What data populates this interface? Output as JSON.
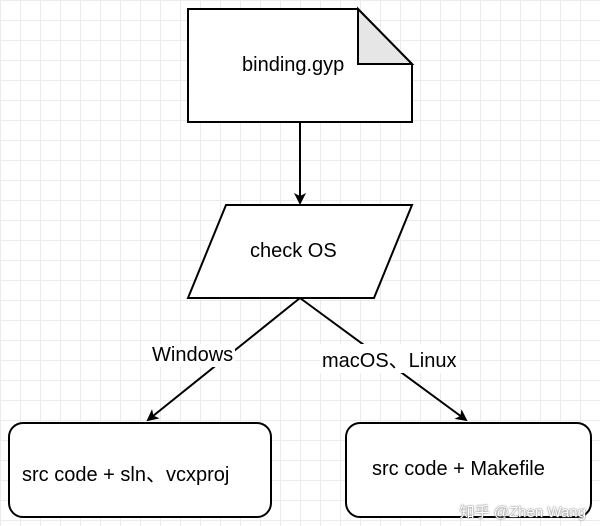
{
  "nodes": {
    "binding_gyp": "binding.gyp",
    "check_os": "check OS",
    "windows_output": "src code + sln、vcxproj",
    "unix_output": "src code + Makefile"
  },
  "edges": {
    "windows": "Windows",
    "unix": "macOS、Linux"
  },
  "watermark": "知乎 @Zhen Wang",
  "colors": {
    "stroke": "#000000",
    "fill": "#ffffff",
    "grid": "#ebebeb",
    "fold": "#e6e6e6"
  }
}
